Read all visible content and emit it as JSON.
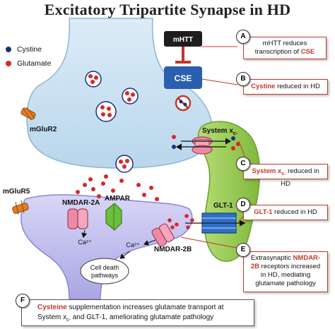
{
  "title": "Excitatory Tripartite Synapse in HD",
  "legend": {
    "cystine": "Cystine",
    "glutamate": "Glutamate"
  },
  "labels": {
    "mhtt": "mHTT",
    "cse": "CSE",
    "mglur2": "mGluR2",
    "mglur5": "mGluR5",
    "nmdar2a": "NMDAR-2A",
    "ampar": "AMPAR",
    "nmdar2b": "NMDAR-2B",
    "system_xc": "System x",
    "system_xc_sub": "c-",
    "glt1": "GLT-1",
    "ca1": "Ca²⁺",
    "ca2": "Ca²⁺",
    "cell_death_1": "Cell death",
    "cell_death_2": "pathways"
  },
  "callouts": {
    "a": {
      "letter": "A",
      "line1": "mHTT reduces",
      "line2_pre": "transcription of ",
      "line2_red": "CSE"
    },
    "b": {
      "letter": "B",
      "red": "Cystine",
      "rest": " reduced in HD"
    },
    "c": {
      "letter": "C",
      "red": "System x",
      "red_sub": "c-",
      "rest": " reduced in HD"
    },
    "d": {
      "letter": "D",
      "red": "GLT-1",
      "rest": " reduced in HD"
    },
    "e": {
      "letter": "E",
      "line1_pre": "Extrasynaptic ",
      "line1_red": "NMDAR-",
      "line2_red": "2B",
      "line2_rest": " receptors increased",
      "line3": "in HD, mediating",
      "line4": "glutamate pathology"
    },
    "f": {
      "letter": "F",
      "line1_red": "Cysteine",
      "line1_rest": " supplementation increases glutamate transport at",
      "line2_pre": "System x",
      "line2_sub": "c-",
      "line2_rest": " and GLT-1, ameliorating glutamate pathology"
    }
  },
  "colors": {
    "neuron_fill": "#c7dff0",
    "post_fill": "#c9c7ee",
    "astro_fill": "#9fcf57",
    "cystine": "#1b2f7a",
    "glutamate": "#d62828",
    "accent_red": "#c0392b",
    "cse_blue": "#2a5fb0",
    "transporter_blue": "#2f6fc9",
    "receptor_pink": "#ef8aa6",
    "ampar_green": "#6bbf3b",
    "mglur_orange": "#e67e22"
  }
}
